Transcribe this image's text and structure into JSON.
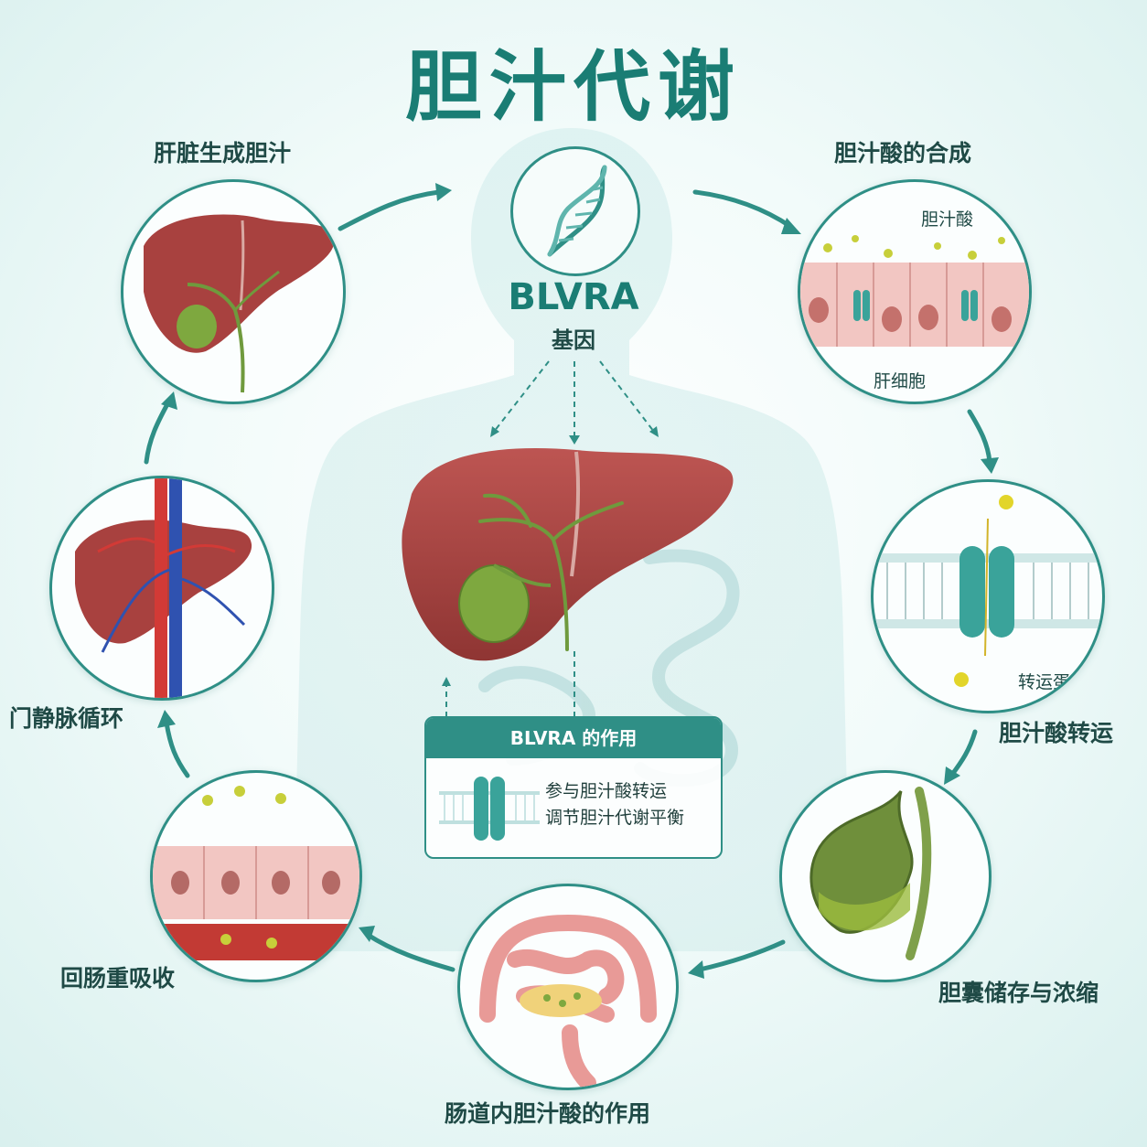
{
  "title": "胆汁代谢",
  "gene": {
    "name": "BLVRA",
    "subtitle": "基因"
  },
  "role_box": {
    "title": "BLVRA 的作用",
    "lines": [
      "参与胆汁酸转运",
      "调节胆汁代谢平衡"
    ]
  },
  "steps": [
    {
      "id": "liver",
      "label": "肝脏生成胆汁"
    },
    {
      "id": "synthesis",
      "label": "胆汁酸的合成",
      "callouts": [
        "胆汁酸",
        "肝细胞"
      ]
    },
    {
      "id": "transport",
      "label": "胆汁酸转运",
      "callouts": [
        "转运蛋白"
      ]
    },
    {
      "id": "gallbladder",
      "label": "胆囊储存与浓缩"
    },
    {
      "id": "intestine",
      "label": "肠道内胆汁酸的作用"
    },
    {
      "id": "ileum",
      "label": "回肠重吸收"
    },
    {
      "id": "portal",
      "label": "门静脉循环"
    }
  ],
  "colors": {
    "accent": "#2f8f86",
    "title": "#1a7d74",
    "liver": "#a8413f",
    "bile": "#7aa63a"
  }
}
